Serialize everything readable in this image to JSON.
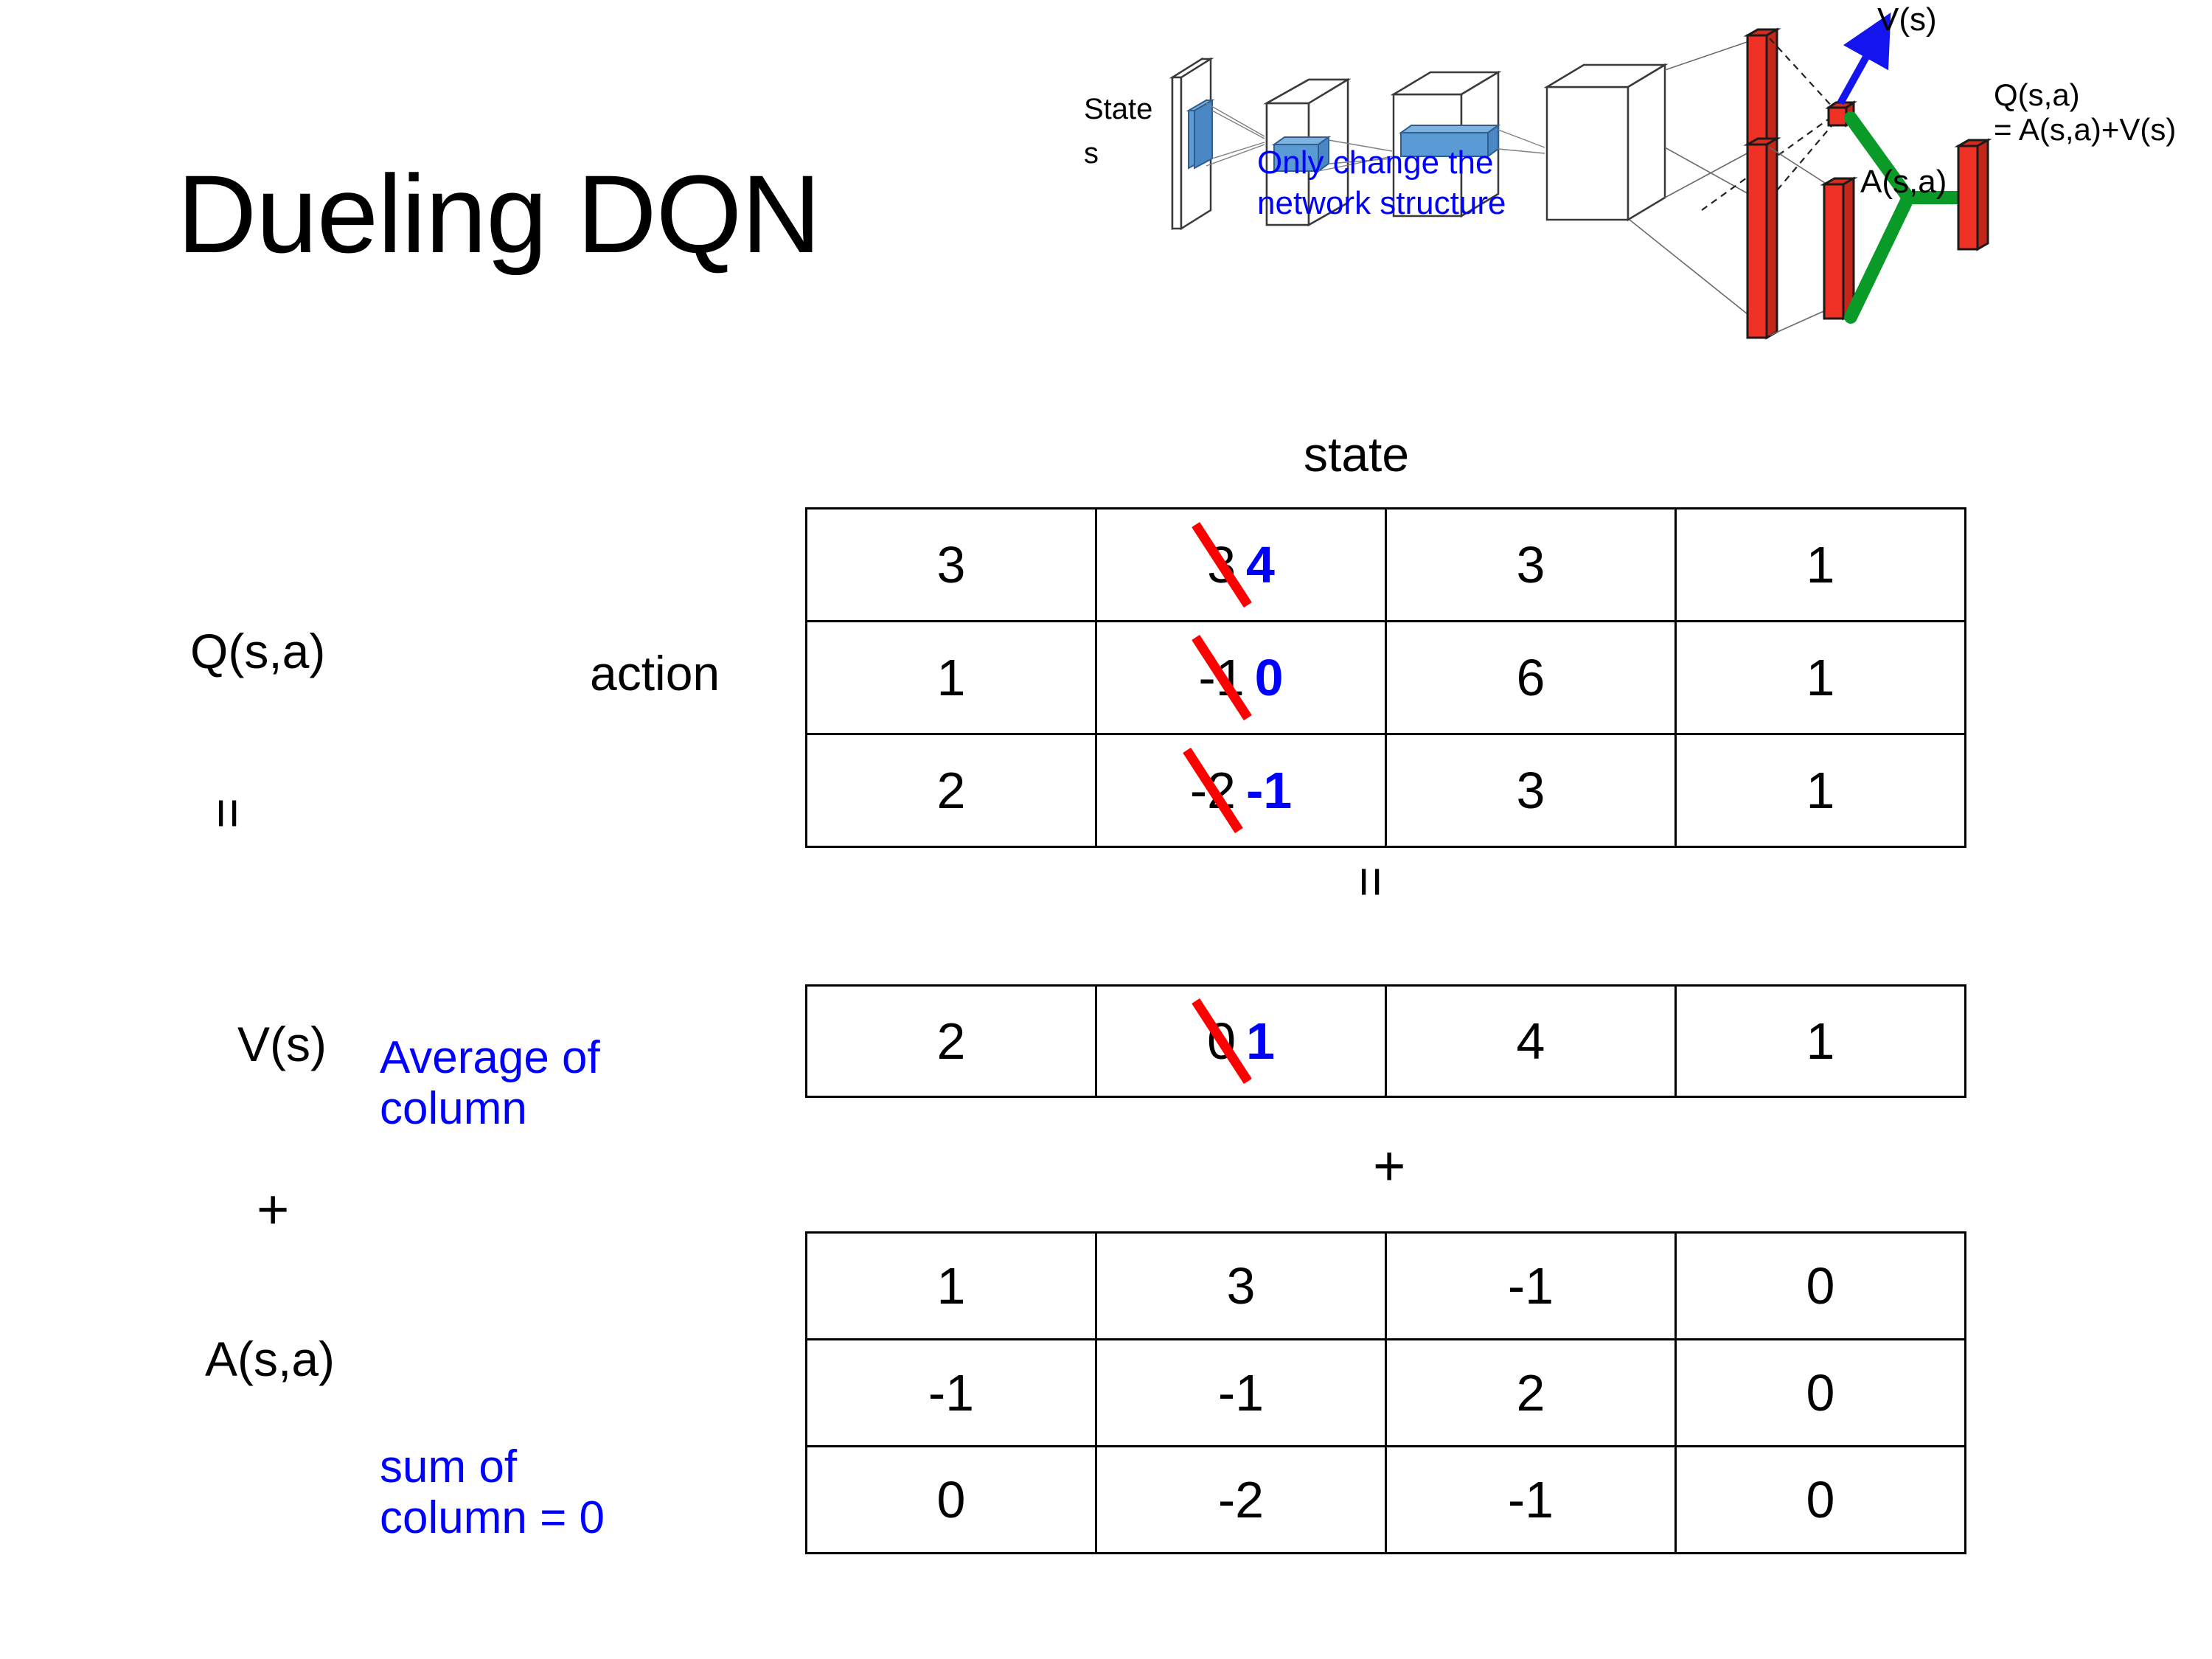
{
  "slide": {
    "title": "Dueling DQN"
  },
  "diagram": {
    "state_label": "State\ns",
    "note": "Only change the\nnetwork structure",
    "v_label": "V(s)",
    "a_label": "A(s,a)",
    "q_label_line1": "Q(s,a)",
    "q_label_line2": "= A(s,a)+V(s)",
    "colors": {
      "note": "#0000ff",
      "arrow": "#0000ff",
      "bars": "#ee3124",
      "combiner": "#0a9a28",
      "conv": "#5b9bd5"
    }
  },
  "labels": {
    "q": "Q(s,a)",
    "v": "V(s)",
    "a": "A(s,a)",
    "action_axis": "action",
    "state_axis": "state",
    "equals": "=",
    "plus": "+"
  },
  "notes": {
    "average": "Average of\ncolumn",
    "sum": "sum of\ncolumn = 0",
    "color": "#0000ff"
  },
  "tables": {
    "q": {
      "name": "Q(s,a)",
      "rows": [
        [
          {
            "value": "3"
          },
          {
            "value": "3",
            "edited": true,
            "new_value": "4"
          },
          {
            "value": "3"
          },
          {
            "value": "1"
          }
        ],
        [
          {
            "value": "1"
          },
          {
            "value": "-1",
            "edited": true,
            "new_value": "0"
          },
          {
            "value": "6"
          },
          {
            "value": "1"
          }
        ],
        [
          {
            "value": "2"
          },
          {
            "value": "-2",
            "edited": true,
            "new_value": "-1"
          },
          {
            "value": "3"
          },
          {
            "value": "1"
          }
        ]
      ]
    },
    "v": {
      "name": "V(s)",
      "rows": [
        [
          {
            "value": "2"
          },
          {
            "value": "0",
            "edited": true,
            "new_value": "1"
          },
          {
            "value": "4"
          },
          {
            "value": "1"
          }
        ]
      ]
    },
    "a": {
      "name": "A(s,a)",
      "rows": [
        [
          {
            "value": "1"
          },
          {
            "value": "3"
          },
          {
            "value": "-1"
          },
          {
            "value": "0"
          }
        ],
        [
          {
            "value": "-1"
          },
          {
            "value": "-1"
          },
          {
            "value": "2"
          },
          {
            "value": "0"
          }
        ],
        [
          {
            "value": "0"
          },
          {
            "value": "-2"
          },
          {
            "value": "-1"
          },
          {
            "value": "0"
          }
        ]
      ]
    }
  },
  "edit_colors": {
    "strike": "#ff0000",
    "correction": "#0000ff"
  }
}
